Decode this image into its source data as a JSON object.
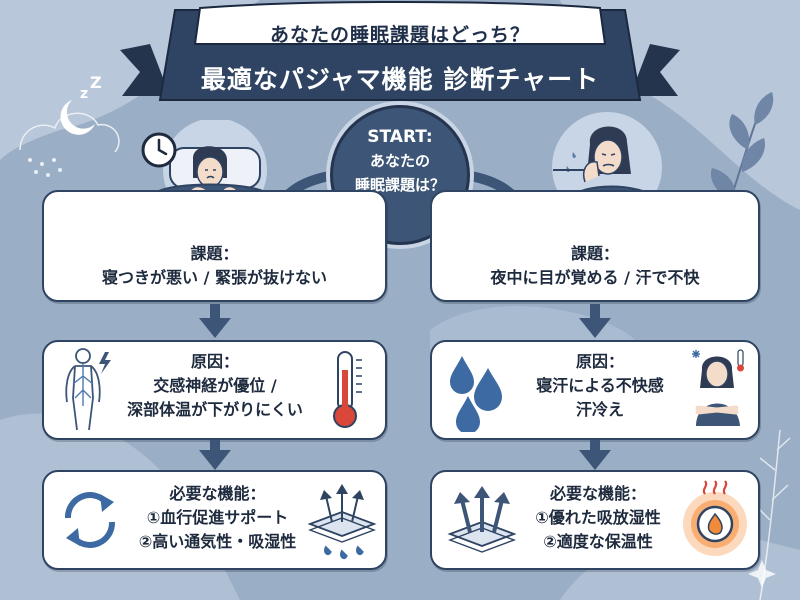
{
  "banner": {
    "subtitle": "あなたの睡眠課題はどっち？",
    "title": "最適なパジャマ機能 診断チャート"
  },
  "start": {
    "line1": "START:",
    "line2": "あなたの",
    "line3": "睡眠課題は？"
  },
  "left": {
    "issue": {
      "line1": "課題：",
      "line2": "寝つきが悪い / 緊張が抜けない"
    },
    "cause": {
      "line1": "原因：",
      "line2": "交感神経が優位 /",
      "line3": "深部体温が下がりにくい"
    },
    "function": {
      "line1": "必要な機能：",
      "line2": "①血行促進サポート",
      "line3": "②高い通気性・吸湿性"
    }
  },
  "right": {
    "issue": {
      "line1": "課題：",
      "line2": "夜中に目が覚める / 汗で不快"
    },
    "cause": {
      "line1": "原因：",
      "line2": "寝汗による不快感",
      "line3": "汗冷え"
    },
    "function": {
      "line1": "必要な機能：",
      "line2": "①優れた吸放湿性",
      "line3": "②適度な保温性"
    }
  },
  "colors": {
    "background": "#9aaec6",
    "ribbon": "#2f4462",
    "start_circle": "#3d5576",
    "arrow": "#3d5576",
    "warm_accent": "#f28a3c"
  }
}
